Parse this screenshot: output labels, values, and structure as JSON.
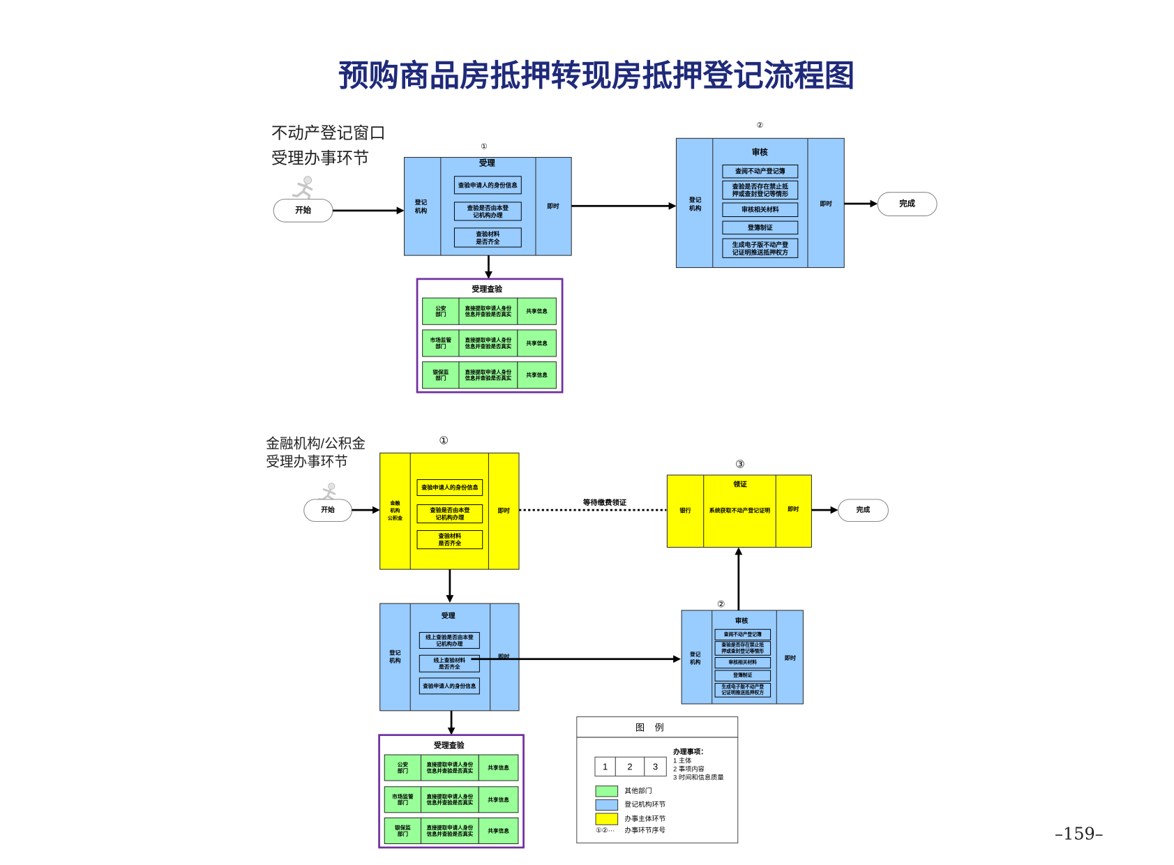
{
  "title": "预购商品房抵押转现房抵押登记流程图",
  "page_number": "–159–",
  "colors": {
    "registration_blue": "#99ccff",
    "other_dept_green": "#99ff99",
    "applicant_yellow": "#ffff00",
    "check_border_purple": "#7030a0",
    "title_navy": "#1f2a7a"
  },
  "top": {
    "section_label": [
      "不动产登记窗口",
      "受理办事环节"
    ],
    "start": "开始",
    "end": "完成",
    "step1": {
      "seq": "①",
      "header": "受理",
      "subject": [
        "登记",
        "机构"
      ],
      "time": "即时",
      "items": [
        [
          "查验申请人的身份信息"
        ],
        [
          "查验是否由本登",
          "记机构办理"
        ],
        [
          "查验材料",
          "是否齐全"
        ]
      ]
    },
    "step2": {
      "seq": "②",
      "header": "审核",
      "subject": [
        "登记",
        "机构"
      ],
      "time": "即时",
      "items": [
        [
          "查阅不动产登记簿"
        ],
        [
          "查验是否存在禁止抵",
          "押或查封登记等情形"
        ],
        [
          "审核相关材料"
        ],
        [
          "登簿制证"
        ],
        [
          "生成电子版不动产登",
          "记证明推送抵押权方"
        ]
      ]
    },
    "check": {
      "title": "受理查验",
      "rows": [
        {
          "dept": [
            "公安",
            "部门"
          ],
          "content": [
            "直接提取申请人身份",
            "信息并查验是否真实"
          ],
          "method": "共享信息"
        },
        {
          "dept": [
            "市场监管",
            "部门"
          ],
          "content": [
            "直接提取申请人身份",
            "信息并查验是否真实"
          ],
          "method": "共享信息"
        },
        {
          "dept": [
            "银保监",
            "部门"
          ],
          "content": [
            "直接提取申请人身份",
            "信息并查验是否真实"
          ],
          "method": "共享信息"
        }
      ]
    }
  },
  "bottom": {
    "section_label": [
      "金融机构/公积金",
      "受理办事环节"
    ],
    "start": "开始",
    "end": "完成",
    "step1": {
      "seq": "①",
      "subject": [
        "金融",
        "机构",
        "公积金"
      ],
      "time": "即时",
      "items": [
        [
          "查验申请人的身份信息"
        ],
        [
          "查验是否由本登",
          "记机构办理"
        ],
        [
          "查验材料",
          "是否齐全"
        ]
      ]
    },
    "wait_label": "等待缴费领证",
    "accept": {
      "header": "受理",
      "subject": [
        "登记",
        "机构"
      ],
      "time": "即时",
      "items": [
        [
          "线上查验是否由本登",
          "记机构办理"
        ],
        [
          "线上查验材料",
          "是否齐全"
        ],
        [
          "查验申请人的身份信息"
        ]
      ]
    },
    "step2": {
      "seq": "②",
      "header": "审核",
      "subject": [
        "登记",
        "机构"
      ],
      "time": "即时",
      "items": [
        [
          "查阅不动产登记簿"
        ],
        [
          "查验是否存在禁止抵",
          "押或查封登记等情形"
        ],
        [
          "审核相关材料"
        ],
        [
          "登簿制证"
        ],
        [
          "生成电子版不动产登",
          "记证明推送抵押权方"
        ]
      ]
    },
    "step3": {
      "seq": "③",
      "header": "领证",
      "subject": "银行",
      "content": "系统获取不动产登记证明",
      "time": "即时"
    },
    "check": {
      "title": "受理查验",
      "rows": [
        {
          "dept": [
            "公安",
            "部门"
          ],
          "content": [
            "直接提取申请人身份",
            "信息并查验是否真实"
          ],
          "method": "共享信息"
        },
        {
          "dept": [
            "市场监管",
            "部门"
          ],
          "content": [
            "直接提取申请人身份",
            "信息并查验是否真实"
          ],
          "method": "共享信息"
        },
        {
          "dept": [
            "银保监",
            "部门"
          ],
          "content": [
            "直接提取申请人身份",
            "信息并查验是否真实"
          ],
          "method": "共享信息"
        }
      ]
    }
  },
  "legend": {
    "title": "图    例",
    "number_cells": [
      "1",
      "2",
      "3"
    ],
    "items_heading": "办理事项：",
    "items": [
      "1 主体",
      "2 事项内容",
      "3 时间和信息质量"
    ],
    "swatches": [
      {
        "label": "其他部门",
        "color": "#99ff99"
      },
      {
        "label": "登记机构环节",
        "color": "#99ccff"
      },
      {
        "label": "办事主体环节",
        "color": "#ffff00"
      }
    ],
    "seq_symbol": "①②···",
    "seq_label": "办事环节序号"
  }
}
